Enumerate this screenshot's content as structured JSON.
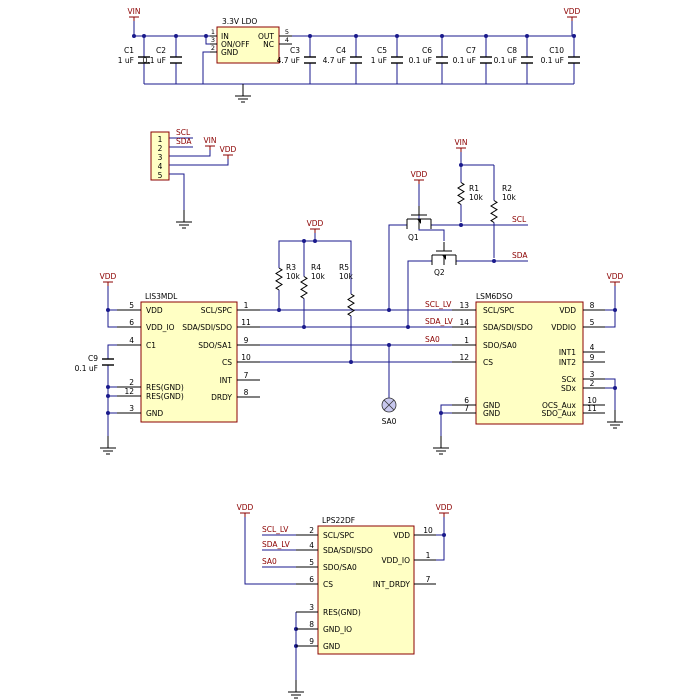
{
  "power": {
    "vin": "VIN",
    "vdd": "VDD"
  },
  "ldo": {
    "title": "3.3V LDO",
    "left_pins": [
      {
        "num": "1",
        "name": "IN"
      },
      {
        "num": "3",
        "name": "ON/OFF"
      },
      {
        "num": "2",
        "name": "GND"
      }
    ],
    "right_pins": [
      {
        "num": "5",
        "name": "OUT"
      },
      {
        "num": "4",
        "name": "NC"
      }
    ]
  },
  "capacitors": [
    {
      "ref": "C1",
      "value": "1 uF"
    },
    {
      "ref": "C2",
      "value": "0.1 uF"
    },
    {
      "ref": "C3",
      "value": "4.7 uF"
    },
    {
      "ref": "C4",
      "value": "4.7 uF"
    },
    {
      "ref": "C5",
      "value": "1 uF"
    },
    {
      "ref": "C6",
      "value": "0.1 uF"
    },
    {
      "ref": "C7",
      "value": "0.1 uF"
    },
    {
      "ref": "C8",
      "value": "0.1 uF"
    },
    {
      "ref": "C10",
      "value": "0.1 uF"
    },
    {
      "ref": "C9",
      "value": "0.1 uF"
    }
  ],
  "header": {
    "pins": [
      "1",
      "2",
      "3",
      "4",
      "5"
    ],
    "scl": "SCL",
    "sda": "SDA"
  },
  "resistors": [
    {
      "ref": "R1",
      "value": "10k"
    },
    {
      "ref": "R2",
      "value": "10k"
    },
    {
      "ref": "R3",
      "value": "10k"
    },
    {
      "ref": "R4",
      "value": "10k"
    },
    {
      "ref": "R5",
      "value": "10k"
    }
  ],
  "transistors": {
    "q1": "Q1",
    "q2": "Q2"
  },
  "nets": {
    "scl": "SCL",
    "sda": "SDA",
    "scl_lv": "SCL_LV",
    "sda_lv": "SDA_LV",
    "sa0": "SA0"
  },
  "testpoint": {
    "label": "SA0"
  },
  "lis3mdl": {
    "name": "LIS3MDL",
    "left_pins": [
      {
        "num": "5",
        "name": "VDD"
      },
      {
        "num": "6",
        "name": "VDD_IO"
      },
      {
        "num": "4",
        "name": "C1"
      },
      {
        "num": "2",
        "name": "RES(GND)"
      },
      {
        "num": "12",
        "name": "RES(GND)"
      },
      {
        "num": "3",
        "name": "GND"
      }
    ],
    "right_pins": [
      {
        "num": "1",
        "name": "SCL/SPC"
      },
      {
        "num": "11",
        "name": "SDA/SDI/SDO"
      },
      {
        "num": "9",
        "name": "SDO/SA1"
      },
      {
        "num": "10",
        "name": "CS"
      },
      {
        "num": "7",
        "name": "INT"
      },
      {
        "num": "8",
        "name": "DRDY"
      }
    ]
  },
  "lsm6dso": {
    "name": "LSM6DSO",
    "left_pins": [
      {
        "num": "13",
        "name": "SCL/SPC"
      },
      {
        "num": "14",
        "name": "SDA/SDI/SDO"
      },
      {
        "num": "1",
        "name": "SDO/SA0"
      },
      {
        "num": "12",
        "name": "CS"
      },
      {
        "num": "6",
        "name": "GND"
      },
      {
        "num": "7",
        "name": "GND"
      }
    ],
    "right_pins": [
      {
        "num": "8",
        "name": "VDD"
      },
      {
        "num": "5",
        "name": "VDDIO"
      },
      {
        "num": "4",
        "name": "INT1"
      },
      {
        "num": "9",
        "name": "INT2"
      },
      {
        "num": "3",
        "name": "SCx"
      },
      {
        "num": "2",
        "name": "SDx"
      },
      {
        "num": "10",
        "name": "OCS_Aux"
      },
      {
        "num": "11",
        "name": "SDO_Aux"
      }
    ]
  },
  "lps22df": {
    "name": "LPS22DF",
    "left_pins": [
      {
        "num": "2",
        "name": "SCL/SPC"
      },
      {
        "num": "4",
        "name": "SDA/SDI/SDO"
      },
      {
        "num": "5",
        "name": "SDO/SA0"
      },
      {
        "num": "6",
        "name": "CS"
      },
      {
        "num": "3",
        "name": "RES(GND)"
      },
      {
        "num": "8",
        "name": "GND_IO"
      },
      {
        "num": "9",
        "name": "GND"
      }
    ],
    "right_pins": [
      {
        "num": "10",
        "name": "VDD"
      },
      {
        "num": "1",
        "name": "VDD_IO"
      },
      {
        "num": "7",
        "name": "INT_DRDY"
      }
    ]
  }
}
